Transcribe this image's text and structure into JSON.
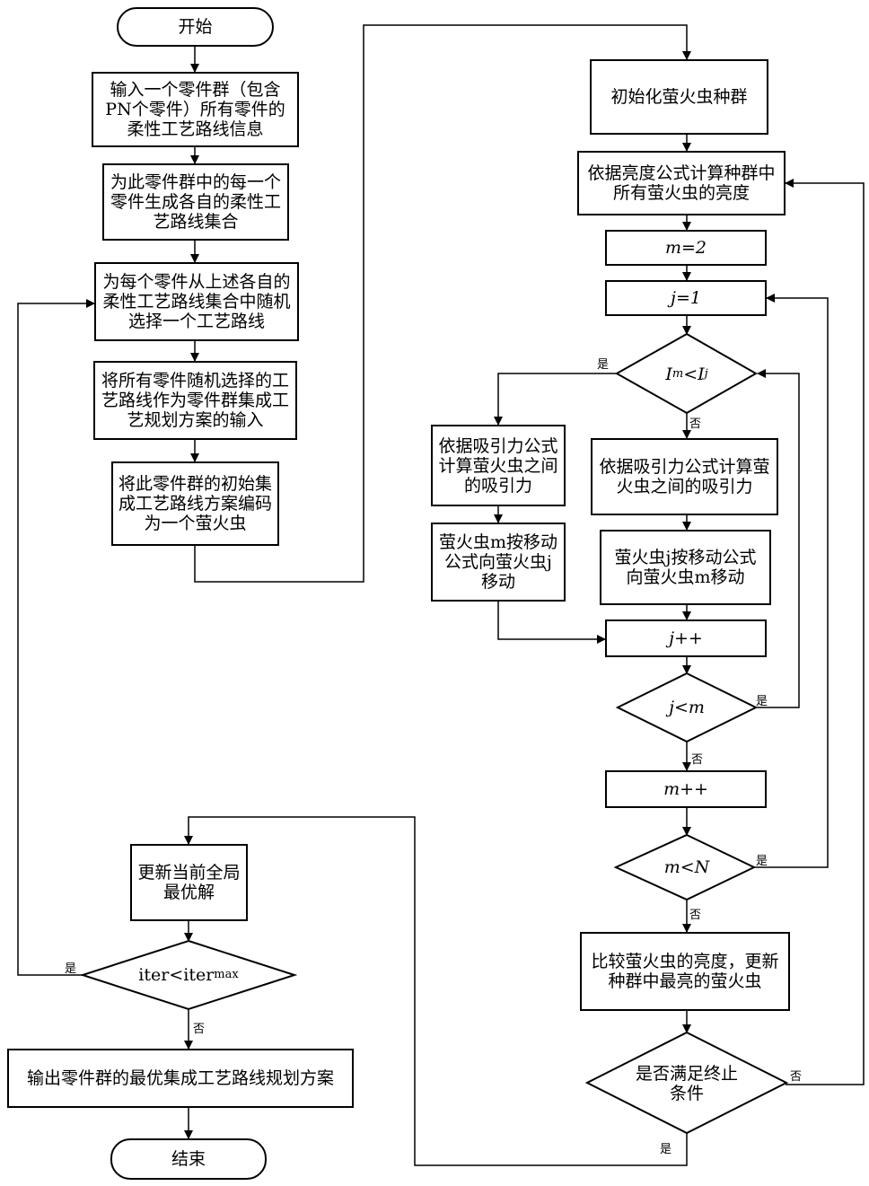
{
  "nodes": {
    "start": "开始",
    "n1": "输入一个零件群（包含PN个零件）所有零件的柔性工艺路线信息",
    "n2": "为此零件群中的每一个零件生成各自的柔性工艺路线集合",
    "n3": "为每个零件从上述各自的柔性工艺路线集合中随机选择一个工艺路线",
    "n4": "将所有零件随机选择的工艺路线作为零件群集成工艺规划方案的输入",
    "n5": "将此零件群的初始集成工艺路线方案编码为一个萤火虫",
    "r1": "初始化萤火虫种群",
    "r2": "依据亮度公式计算种群中所有萤火虫的亮度",
    "r3": "m=2",
    "r4": "j=1",
    "d1_main": "I",
    "d1_sub_m": "m",
    "d1_lt": "<",
    "d1_ij": "I",
    "d1_sub_j": "j",
    "l1": "依据吸引力公式计算萤火虫之间的吸引力",
    "l2": "萤火虫m按移动公式向萤火虫j移动",
    "c1": "依据吸引力公式计算萤火虫之间的吸引力",
    "c2": "萤火虫j按移动公式向萤火虫m移动",
    "r5": "j++",
    "d2": "j<m",
    "r6": "m++",
    "d3": "m<N",
    "r7": "比较萤火虫的亮度，更新种群中最亮的萤火虫",
    "d4": "是否满足终止条件",
    "u1": "更新当前全局最优解",
    "d5_main": "iter<iter",
    "d5_sub": "max",
    "out": "输出零件群的最优集成工艺路线规划方案",
    "end": "结束"
  },
  "labels": {
    "yes": "是",
    "no": "否"
  }
}
